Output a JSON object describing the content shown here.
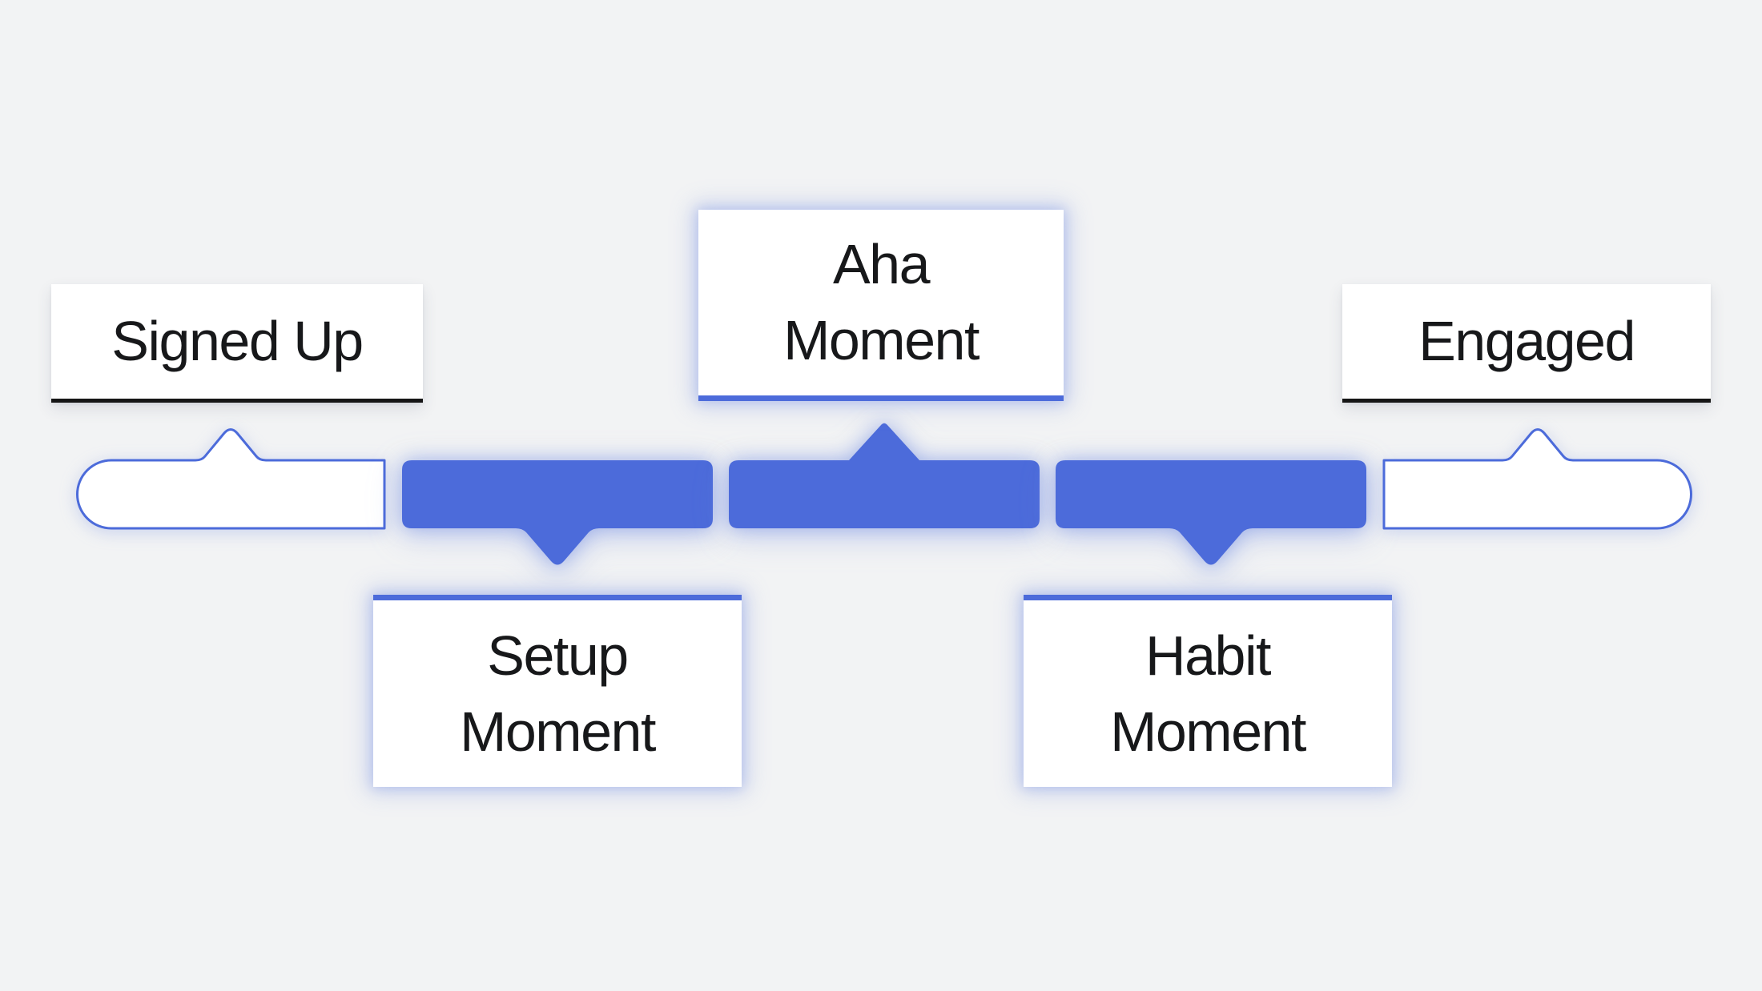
{
  "canvas": {
    "background": "#f2f3f4"
  },
  "colors": {
    "accent_blue": "#4c6bda",
    "text": "#17181a",
    "underline_black": "#151515",
    "card_white": "#ffffff"
  },
  "diagram": {
    "type": "user-journey-timeline",
    "stages": [
      {
        "id": "signed-up",
        "label": "Signed Up",
        "display": "Signed Up",
        "segment_style": "outlined-white",
        "label_position": "above",
        "connector": "notch-up"
      },
      {
        "id": "setup-moment",
        "label": "Setup Moment",
        "display": "Setup\nMoment",
        "segment_style": "filled-blue",
        "label_position": "below",
        "connector": "arrow-down"
      },
      {
        "id": "aha-moment",
        "label": "Aha Moment",
        "display": "Aha\nMoment",
        "segment_style": "filled-blue",
        "label_position": "above",
        "connector": "arrow-up"
      },
      {
        "id": "habit-moment",
        "label": "Habit Moment",
        "display": "Habit\nMoment",
        "segment_style": "filled-blue",
        "label_position": "below",
        "connector": "arrow-down"
      },
      {
        "id": "engaged",
        "label": "Engaged",
        "display": "Engaged",
        "segment_style": "outlined-white",
        "label_position": "above",
        "connector": "notch-up"
      }
    ]
  }
}
